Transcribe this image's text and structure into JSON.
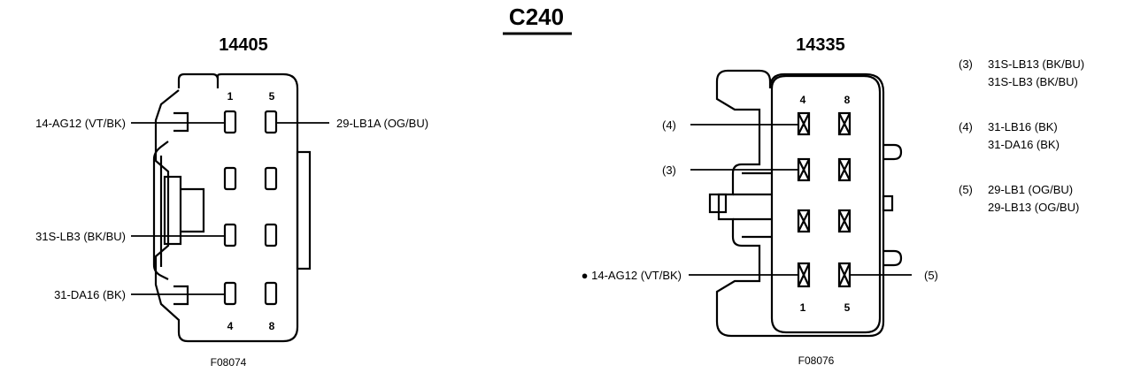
{
  "diagram_title": "C240",
  "left_connector": {
    "part_number": "14405",
    "figure_id": "F08074",
    "pin_numbers": {
      "top_left": "1",
      "top_right": "5",
      "bottom_left": "4",
      "bottom_right": "8"
    },
    "wires": [
      {
        "label": "14-AG12 (VT/BK)"
      },
      {
        "label": "29-LB1A (OG/BU)"
      },
      {
        "label": "31S-LB3 (BK/BU)"
      },
      {
        "label": "31-DA16 (BK)"
      }
    ]
  },
  "right_connector": {
    "part_number": "14335",
    "figure_id": "F08076",
    "pin_numbers": {
      "top_left": "4",
      "top_right": "8",
      "bottom_left": "1",
      "bottom_right": "5"
    },
    "callouts": [
      {
        "label": "(4)"
      },
      {
        "label": "(3)"
      },
      {
        "label": "(5)"
      },
      {
        "label": "● 14-AG12 (VT/BK)"
      }
    ]
  },
  "splice_legend": [
    {
      "ref": "(3)",
      "lines": [
        "31S-LB13 (BK/BU)",
        "31S-LB3 (BK/BU)"
      ]
    },
    {
      "ref": "(4)",
      "lines": [
        "31-LB16 (BK)",
        "31-DA16 (BK)"
      ]
    },
    {
      "ref": "(5)",
      "lines": [
        "29-LB1 (OG/BU)",
        "29-LB13 (OG/BU)"
      ]
    }
  ]
}
